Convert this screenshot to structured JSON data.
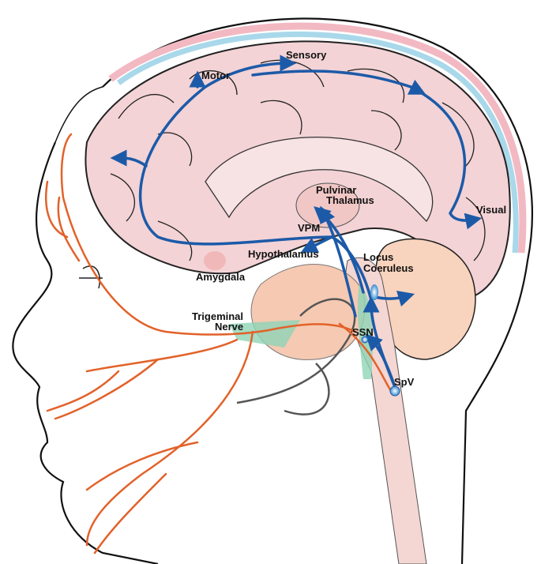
{
  "title": "Trigeminal pathway diagram of head and brain",
  "labels": {
    "sensory": "Sensory",
    "motor": "Motor",
    "visual": "Visual",
    "pulvinar_1": "Pulvinar",
    "pulvinar_2": "Thalamus",
    "vpm": "VPM",
    "hypothalamus": "Hypothalamus",
    "amygdala": "Amygdala",
    "locus_1": "Locus",
    "locus_2": "Coeruleus",
    "trigeminal_1": "Trigeminal",
    "trigeminal_2": "Nerve",
    "ssn": "SSN",
    "spv": "SpV"
  },
  "colors": {
    "pathway": "#1c5aa8",
    "nerve": "#e2622a",
    "cortex": "#f3d3d6",
    "cerebellum": "#f8d3bd",
    "meninges_blue": "#a9d8ea",
    "meninges_pink": "#f2b9c3",
    "ganglion_green": "#8fd5b6"
  }
}
